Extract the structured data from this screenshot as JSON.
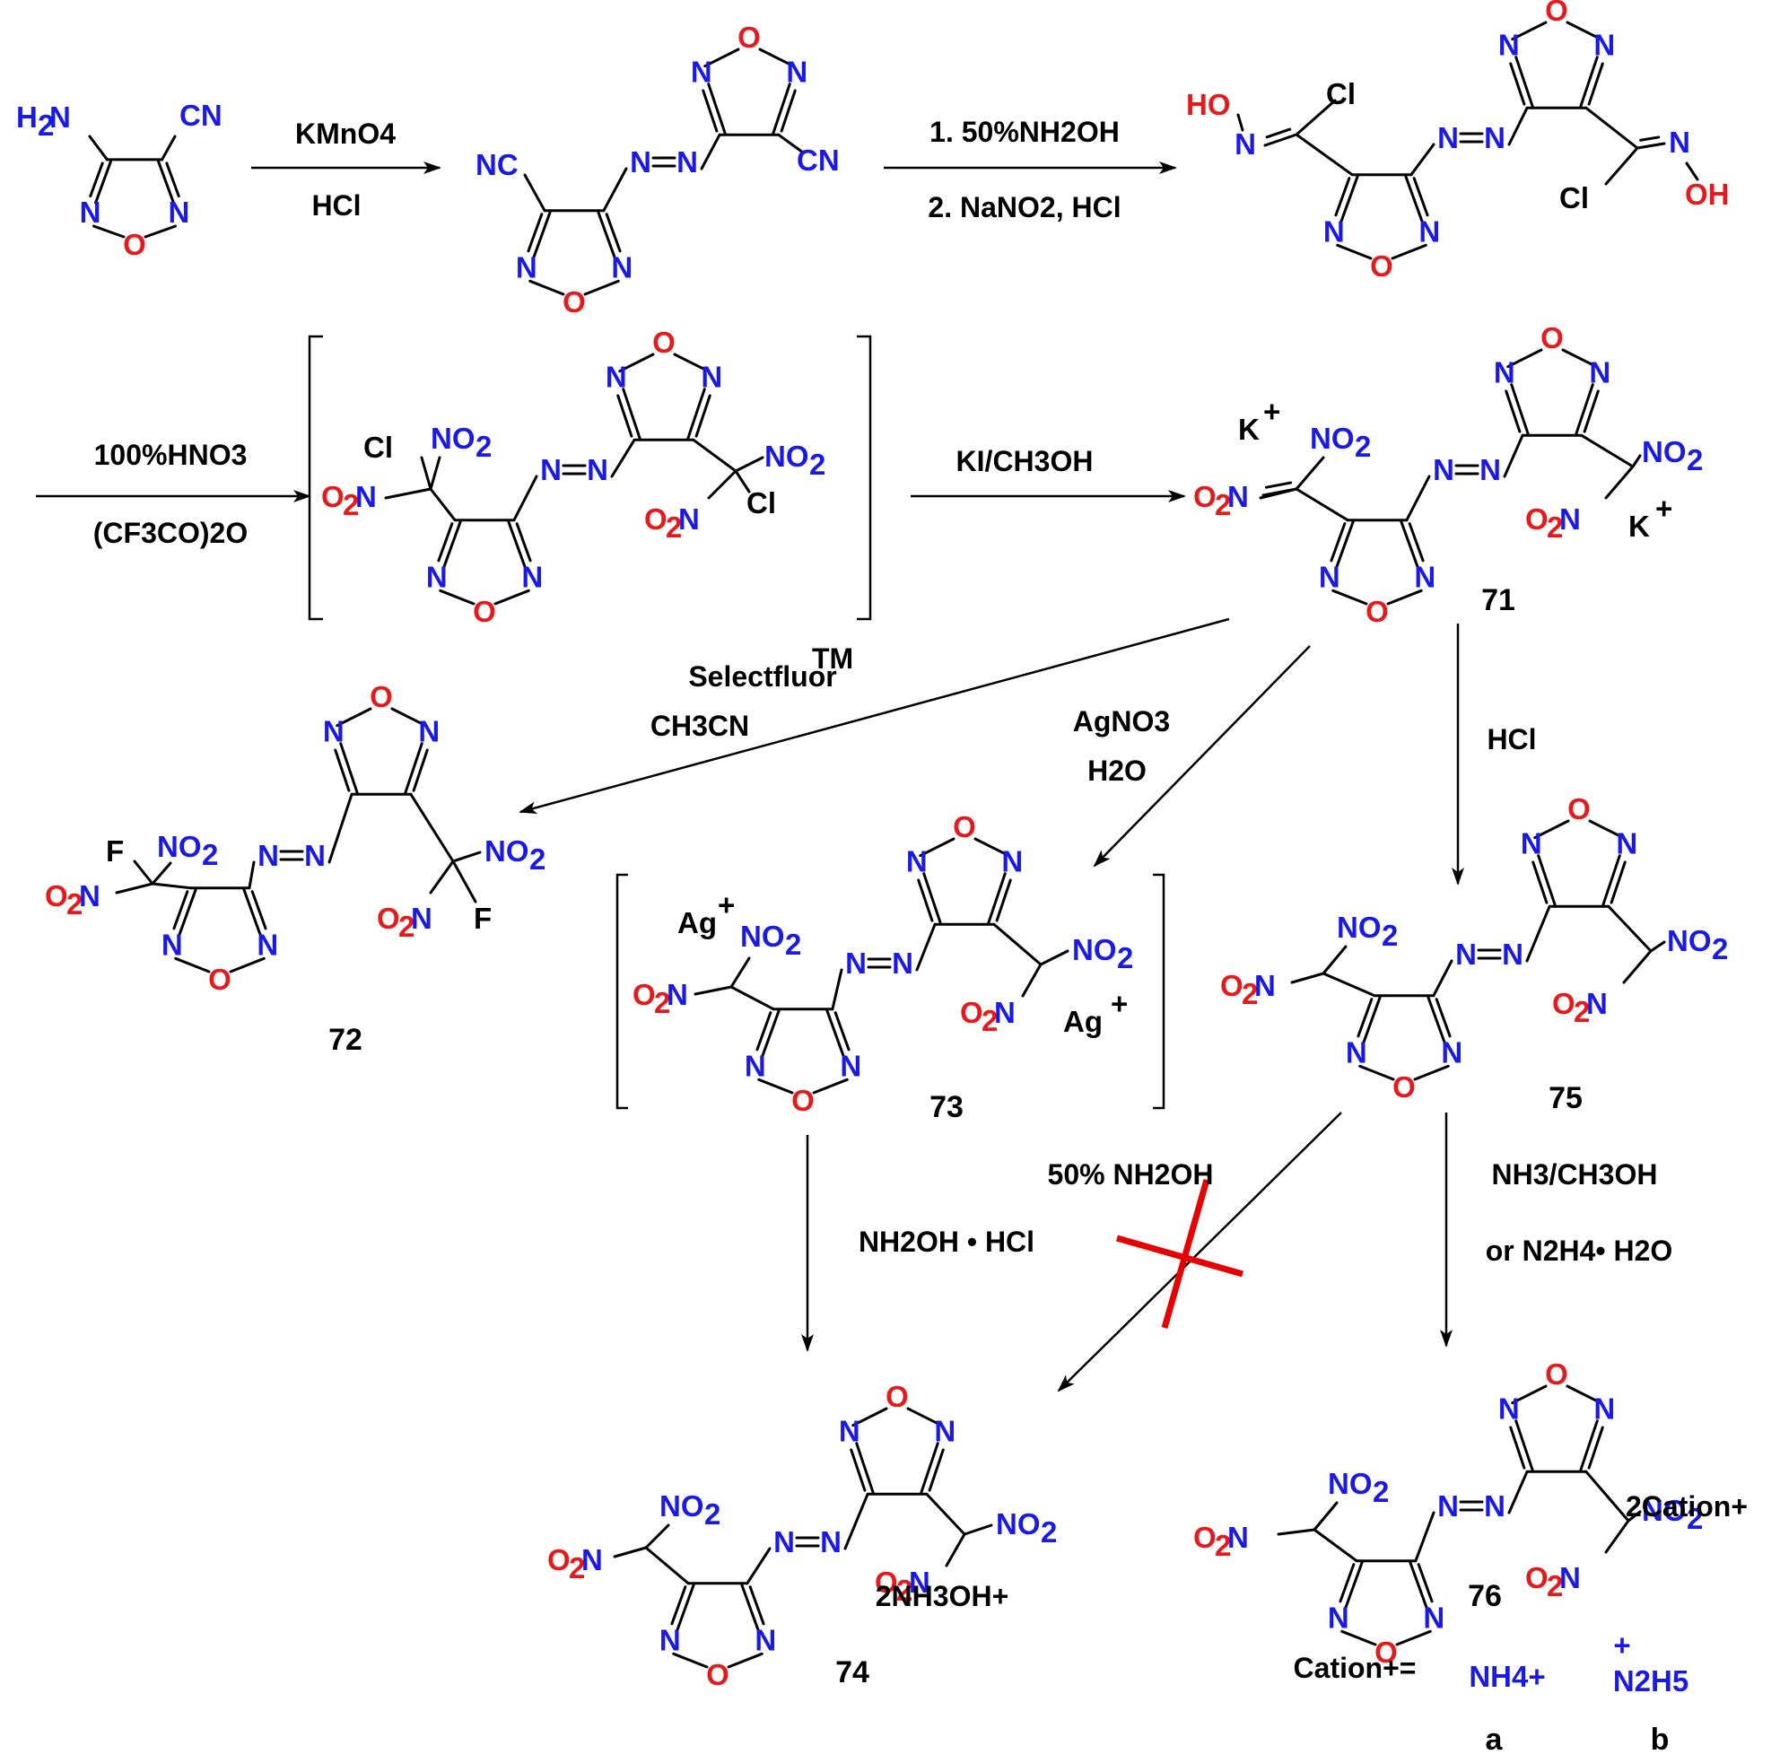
{
  "reagents": {
    "r1_top": "KMnO4",
    "r1_bottom": "HCl",
    "r2_line1": "1. 50%NH2OH",
    "r2_line2": "2. NaNO2, HCl",
    "r3_top": "100%HNO3",
    "r3_bottom": "(CF3CO)2O",
    "r4": "KI/CH3OH",
    "r5_line1": "Selectfluor",
    "r5_tm": "TM",
    "r5_line2": "CH3CN",
    "r6_line1": "AgNO3",
    "r6_line2": "H2O",
    "r7": "HCl",
    "r8": "NH2OH • HCl",
    "r9": "50% NH2OH",
    "r10_line1": "NH3/CH3OH",
    "r10_line2": "or N2H4• H2O"
  },
  "compound_labels": {
    "c71": "71",
    "c72": "72",
    "c73": "73",
    "c74": "74",
    "c75": "75",
    "c76": "76"
  },
  "counterions": {
    "k_plus": "K",
    "ag_plus": "Ag",
    "hydroxylammonium": "2NH3OH+",
    "two_cation": "2Cation+"
  },
  "cation_legend": {
    "prefix": "Cation+=",
    "a_formula": "NH4+",
    "b_formula": "N2H5",
    "a_label": "a",
    "b_label": "b"
  },
  "atoms": {
    "N": "N",
    "O": "O",
    "Cl": "Cl",
    "F": "F",
    "CN": "CN",
    "NC": "NC",
    "NO2": "NO2",
    "O2N": "O2N",
    "HO": "HO",
    "OH": "OH",
    "H2N": "H2N"
  },
  "colors": {
    "nitrogen": "#1a1ae6",
    "oxygen": "#e61a1a",
    "cross_mark": "#e60000",
    "bond": "#000000"
  }
}
